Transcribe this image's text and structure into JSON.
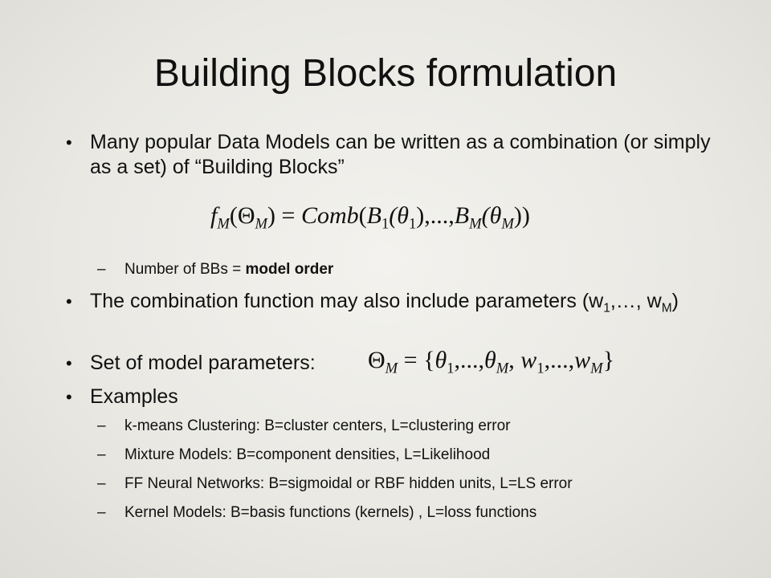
{
  "slide": {
    "title": "Building Blocks formulation",
    "bullet_glyph": "•",
    "dash_glyph": "–",
    "bullet1": "Many popular Data Models can be written as a combination (or simply as a set) of “Building Blocks”",
    "equation1": {
      "f": "f",
      "f_sub": "M",
      "lparen": "(",
      "Theta": "Θ",
      "Theta_sub": "M",
      "rparen": ")",
      "eq": " = ",
      "comb": "Comb",
      "open": "(",
      "B1": "B",
      "B1_sub": "1",
      "theta1": "(θ",
      "theta1_sub": "1",
      "mid": "),...,",
      "BM": "B",
      "BM_sub": "M",
      "thetaM": "(θ",
      "thetaM_sub": "M",
      "close": "))"
    },
    "sub1_text": "Number of BBs = ",
    "sub1_bold": "model order",
    "bullet2_text": "The combination function may also include parameters (w",
    "bullet2_sub1": "1",
    "bullet2_mid": ",…, w",
    "bullet2_subM": "M",
    "bullet2_end": ")",
    "bullet3": "Set of model parameters:",
    "equation2": {
      "Theta": "Θ",
      "Theta_sub": "M",
      "eq": " = {",
      "theta": "θ",
      "theta_sub1": "1",
      "dots1": ",...,",
      "thetaM": "θ",
      "thetaM_sub": "M",
      "comma": ", ",
      "w": "w",
      "w_sub1": "1",
      "dots2": ",...,",
      "wM": "w",
      "wM_sub": "M",
      "close": "}"
    },
    "bullet4": "Examples",
    "examples": [
      "k-means Clustering: B=cluster centers, L=clustering error",
      "Mixture Models: B=component densities, L=Likelihood",
      "FF Neural Networks:  B=sigmoidal or RBF hidden units, L=LS error",
      "Kernel Models: B=basis functions (kernels) , L=loss functions"
    ]
  }
}
